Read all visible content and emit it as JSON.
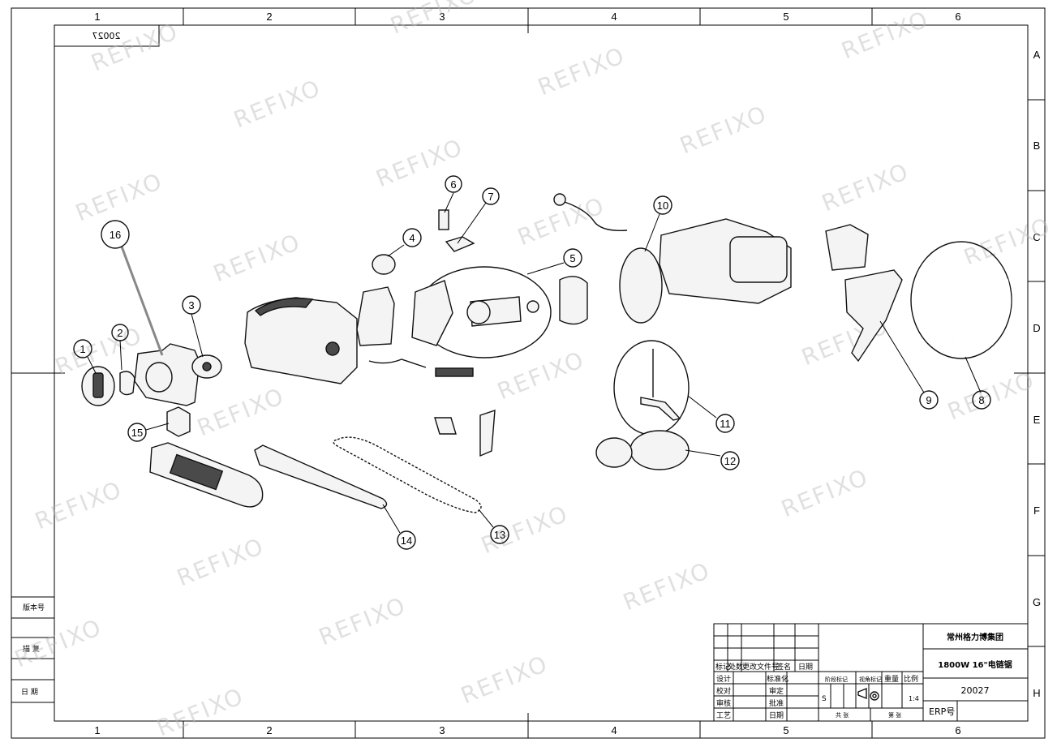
{
  "drawing": {
    "column_labels": [
      "1",
      "2",
      "3",
      "4",
      "5",
      "6"
    ],
    "row_labels": [
      "A",
      "B",
      "C",
      "D",
      "E",
      "F",
      "G",
      "H"
    ],
    "drawing_number_mirrored": "20027",
    "side_labels": [
      "版本号",
      "描 复",
      "日 期"
    ],
    "watermark": "REFIXO",
    "callouts": [
      "1",
      "2",
      "3",
      "4",
      "5",
      "6",
      "7",
      "8",
      "9",
      "10",
      "11",
      "12",
      "13",
      "14",
      "15",
      "16"
    ]
  },
  "title_block": {
    "company": "常州格力博集团",
    "product": "1800W 16\"电链锯",
    "drawing_no": "20027",
    "erp_label": "ERP号",
    "revision_headers": [
      "标记",
      "处数",
      "更改文件号",
      "签名",
      "日期"
    ],
    "roles": [
      "设计",
      "校对",
      "审核",
      "工艺"
    ],
    "roles2": [
      "标准化",
      "审定",
      "批准",
      "日期"
    ],
    "stage_header": "阶段标记",
    "view_header": "视角标记",
    "weight_header": "重量",
    "scale_header": "比例",
    "stage_value": "S",
    "scale_value": "1:4",
    "sheets_total": "共  张",
    "sheet_no": "第  张"
  }
}
